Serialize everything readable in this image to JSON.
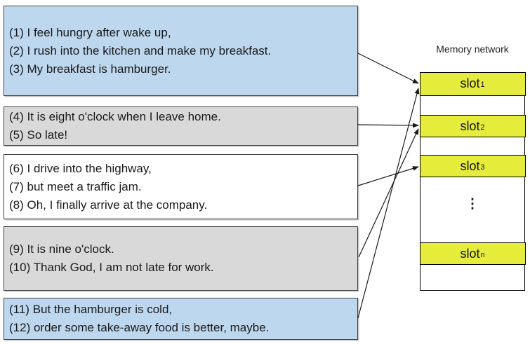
{
  "diagram": {
    "memory": {
      "label": "Memory network",
      "ellipsis": "⋮",
      "slots": [
        {
          "base": "slot",
          "sub": "1"
        },
        {
          "base": "slot",
          "sub": "2"
        },
        {
          "base": "slot",
          "sub": "3"
        },
        {
          "base": "slot",
          "sub": "n"
        }
      ]
    },
    "story_boxes": [
      {
        "id": "sentences-1-3",
        "fill": "blue",
        "maps_to": "slot1",
        "lines": [
          "(1) I feel hungry after wake up,",
          "(2) I rush into the kitchen and make my breakfast.",
          "(3) My breakfast is hamburger."
        ]
      },
      {
        "id": "sentences-4-5",
        "fill": "gray",
        "maps_to": "slot2",
        "lines": [
          "(4) It is eight o'clock when I leave home.",
          "(5) So late!"
        ]
      },
      {
        "id": "sentences-6-8",
        "fill": "white",
        "maps_to": "slot3",
        "lines": [
          "(6) I drive into the highway,",
          "(7) but meet a traffic jam.",
          "(8) Oh, I finally arrive at the company."
        ]
      },
      {
        "id": "sentences-9-10",
        "fill": "gray",
        "maps_to": "slot2",
        "lines": [
          "(9) It is nine o'clock.",
          "(10) Thank God, I am not late for work."
        ]
      },
      {
        "id": "sentences-11-12",
        "fill": "blue",
        "maps_to": "slot1",
        "lines": [
          "(11) But the hamburger is cold,",
          "(12) order some take-away food is better, maybe."
        ]
      }
    ],
    "connections": [
      {
        "from": "sentences-1-3",
        "to": "slot1"
      },
      {
        "from": "sentences-4-5",
        "to": "slot2"
      },
      {
        "from": "sentences-6-8",
        "to": "slot3"
      },
      {
        "from": "sentences-9-10",
        "to": "slot2"
      },
      {
        "from": "sentences-11-12",
        "to": "slot1"
      }
    ],
    "colors": {
      "story_blue": "#bdd7ee",
      "story_gray": "#d9d9d9",
      "story_white": "#ffffff",
      "slot_yellow": "#e6ec3a",
      "line_black": "#1a1a1a"
    }
  }
}
